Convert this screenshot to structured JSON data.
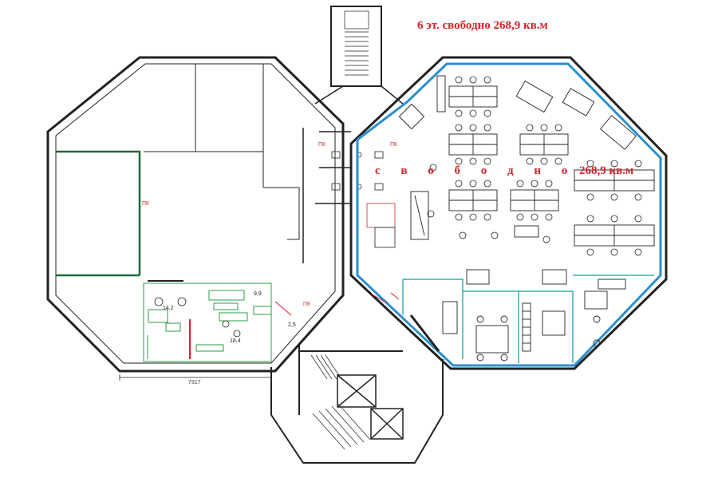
{
  "title": "6 эт. свободно 268,9 кв.м",
  "area_label_spaced": "с в о б о д н о",
  "area_label_value": "268,9 кв.м",
  "dimension_label": "7317",
  "equipment_tags": [
    "ПК",
    "ПК",
    "ПК",
    "ПК"
  ],
  "room_numbers": [
    "14,2",
    "9,9",
    "2,5",
    "18,4"
  ],
  "colors": {
    "walls": "#222222",
    "highlight_outline": "#2a8fd0",
    "annotation_red": "#d2232a",
    "partition_green": "#1f6b35",
    "furniture_green": "#2a9d46"
  }
}
